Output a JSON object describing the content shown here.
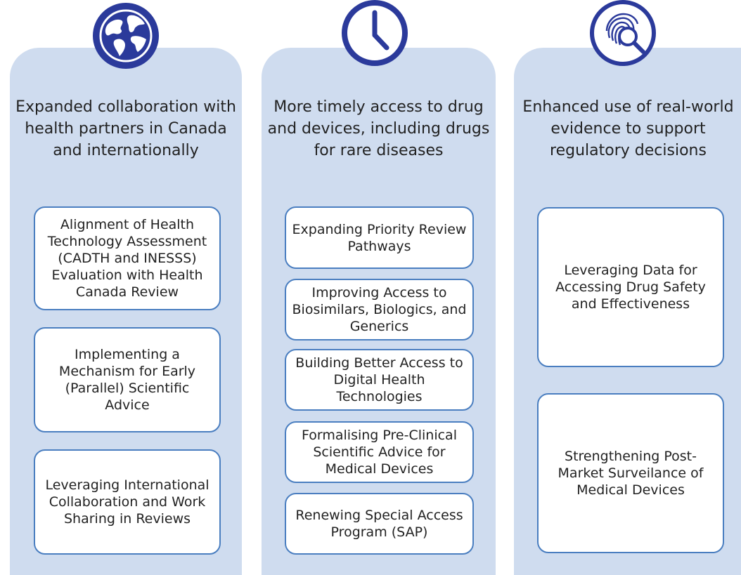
{
  "pillars": [
    {
      "icon": "globe-icon",
      "heading": "Expanded collaboration with health partners in Canada and internationally",
      "items": [
        "Alignment of Health Technology Assessment (CADTH and INESSS) Evaluation with Health Canada Review",
        "Implementing a Mechanism for Early (Parallel) Scientific Advice",
        "Leveraging International Collaboration and Work Sharing in Reviews"
      ]
    },
    {
      "icon": "clock-icon",
      "heading": "More timely access to drug and devices, including drugs for rare diseases",
      "items": [
        "Expanding  Priority Review Pathways",
        "Improving Access to Biosimilars, Biologics, and Generics",
        "Building Better Access to Digital Health Technologies",
        "Formalising Pre-Clinical Scientific Advice for Medical Devices",
        "Renewing Special Access Program (SAP)"
      ]
    },
    {
      "icon": "fingerprint-magnifier-icon",
      "heading": "Enhanced use of real-world evidence to support regulatory decisions",
      "items": [
        "Leveraging Data for Accessing Drug Safety and Effectiveness",
        "Strengthening Post-Market Surveilance of Medical Devices"
      ]
    }
  ],
  "colors": {
    "column_bg": "#cfdcef",
    "icon_blue": "#2b3a9b",
    "card_border": "#4a7ec0"
  }
}
